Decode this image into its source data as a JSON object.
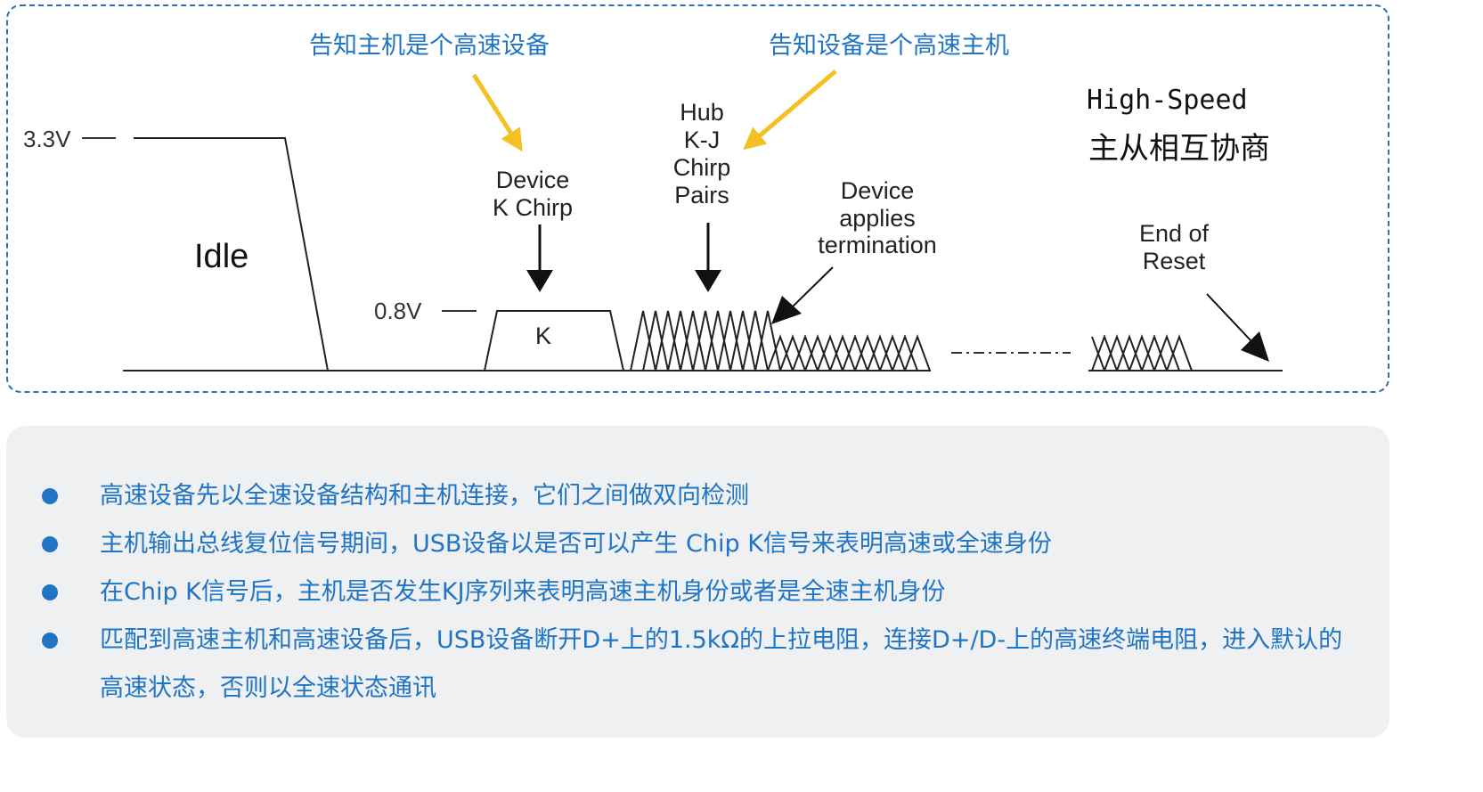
{
  "diagram": {
    "annotations": {
      "device_announce": "告知主机是个高速设备",
      "host_announce": "告知设备是个高速主机"
    },
    "voltages": {
      "high": "3.3V",
      "low": "0.8V"
    },
    "idle": "Idle",
    "k_label": "K",
    "device_k_chirp": [
      "Device",
      "K Chirp"
    ],
    "hub_kj_chirp": [
      "Hub",
      "K-J",
      "Chirp",
      "Pairs"
    ],
    "device_termination": [
      "Device",
      "applies",
      "termination"
    ],
    "end_of_reset": [
      "End of",
      "Reset"
    ],
    "high_speed": "High-Speed",
    "negotiation": "主从相互协商",
    "colors": {
      "accent": "#1f74c4",
      "arrow_yellow": "#f5c021",
      "border": "#2e6fb5"
    }
  },
  "notes": [
    {
      "text": "高速设备先以全速设备结构和主机连接，它们之间做双向检测"
    },
    {
      "text": "主机输出总线复位信号期间，USB设备以是否可以产生 Chip K信号来表明高速或全速身份"
    },
    {
      "text": "在Chip K信号后，主机是否发生KJ序列来表明高速主机身份或者是全速主机身份"
    },
    {
      "text": "匹配到高速主机和高速设备后，USB设备断开D+上的1.5kΩ的上拉电阻，连接D+/D-上的高速终端电阻，进入默认的高速状态，否则以全速状态通讯"
    }
  ]
}
